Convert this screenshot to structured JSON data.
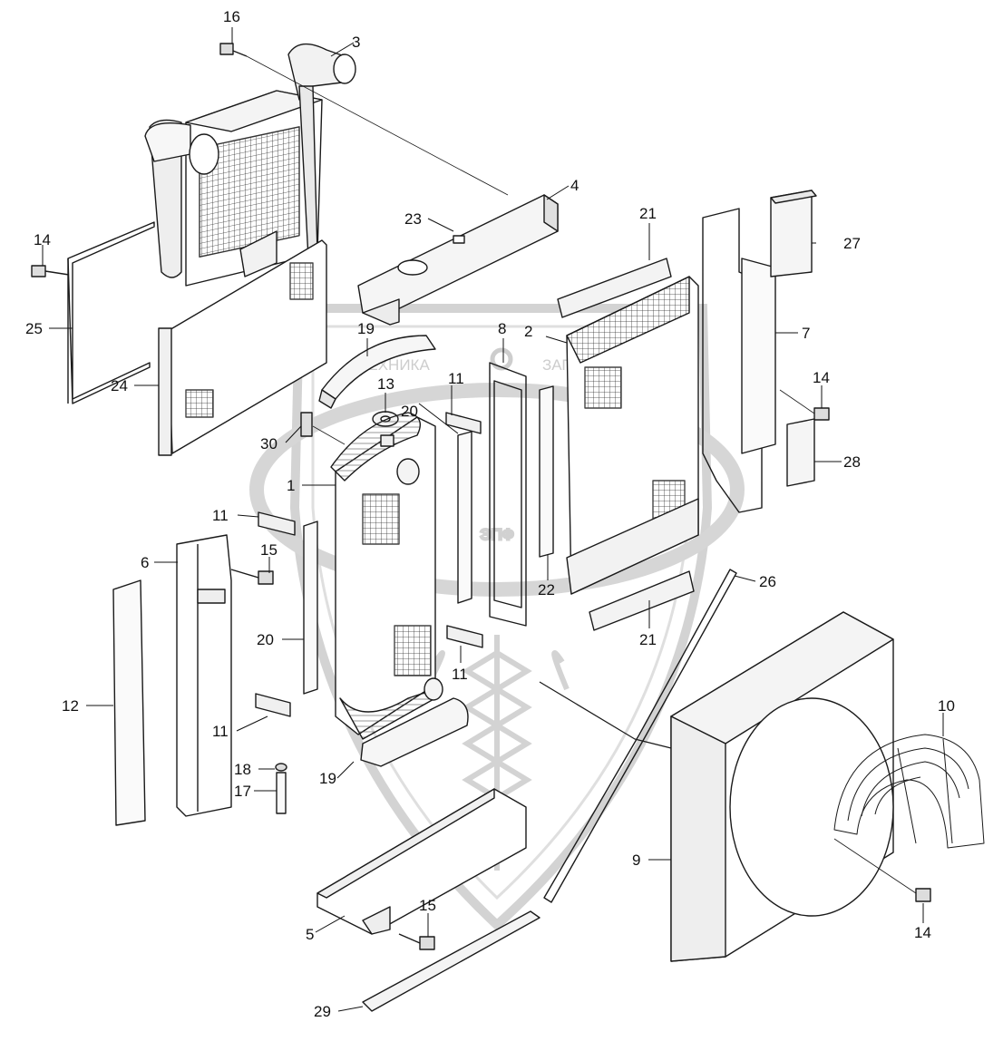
{
  "watermark": {
    "top_text_left": "ТЕХНИКА",
    "top_text_right": "ЗАПЧАСТИ",
    "big_letters": "ЭПФ"
  },
  "callouts": {
    "c16": "16",
    "c3": "3",
    "c4": "4",
    "c23": "23",
    "c14a": "14",
    "c25": "25",
    "c24": "24",
    "c21a": "21",
    "c27": "27",
    "c19a": "19",
    "c8": "8",
    "c2": "2",
    "c7": "7",
    "c13": "13",
    "c11a": "11",
    "c14b": "14",
    "c20a": "20",
    "c30": "30",
    "c1": "1",
    "c28": "28",
    "c11b": "11",
    "c15a": "15",
    "c6": "6",
    "c22": "22",
    "c26": "26",
    "c21b": "21",
    "c20b": "20",
    "c11c": "11",
    "c12": "12",
    "c11d": "11",
    "c10": "10",
    "c18": "18",
    "c19b": "19",
    "c17": "17",
    "c9": "9",
    "c15b": "15",
    "c5": "5",
    "c14c": "14",
    "c29": "29"
  }
}
